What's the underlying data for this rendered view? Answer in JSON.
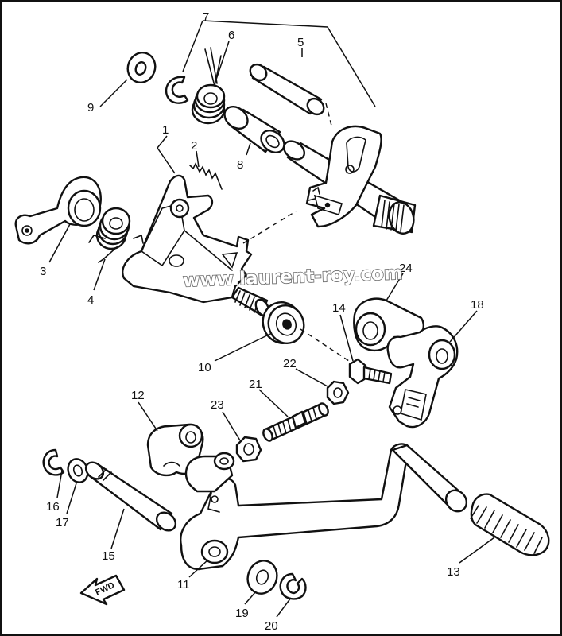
{
  "diagram": {
    "watermark": "www.laurent-roy.com",
    "direction_label": "FWD",
    "callouts": [
      "1",
      "2",
      "3",
      "4",
      "5",
      "6",
      "7",
      "8",
      "9",
      "10",
      "11",
      "12",
      "13",
      "14",
      "15",
      "16",
      "17",
      "18",
      "19",
      "20",
      "21",
      "22",
      "23",
      "24"
    ]
  }
}
